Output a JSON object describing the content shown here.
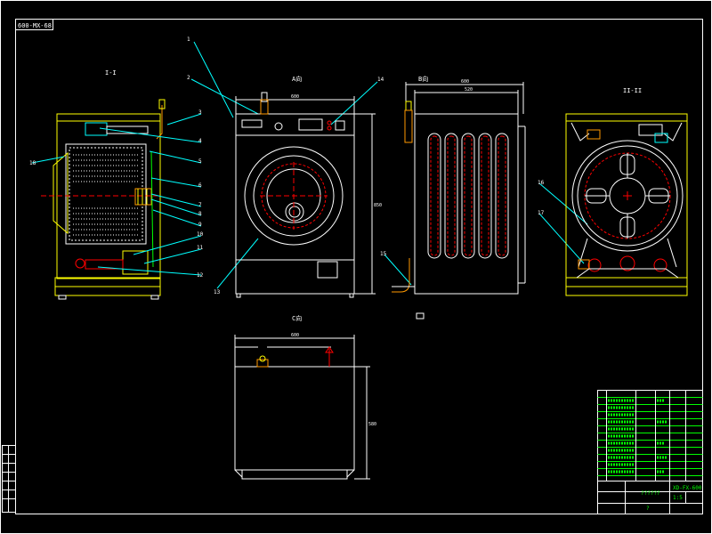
{
  "drawing": {
    "title_tag": "600-MX-68",
    "view_labels": {
      "side_section": "I-I",
      "front": "A向",
      "back": "B向",
      "side_right": "II-II",
      "top": "C向"
    },
    "callouts": [
      "1",
      "2",
      "3",
      "4",
      "5",
      "6",
      "7",
      "8",
      "9",
      "10",
      "11",
      "12",
      "13",
      "14",
      "15",
      "16",
      "17",
      "18"
    ],
    "dimensions": {
      "front_width": "600",
      "front_height": "850",
      "back_width_outer": "600",
      "back_width_inner": "520",
      "top_width": "600",
      "top_depth": "580"
    },
    "title_block": {
      "drawing_name": "??????",
      "drawing_no": "XD-FX-600",
      "scale_label": "1:5",
      "sheet_label": "?"
    }
  },
  "colors": {
    "background": "#000000",
    "frame": "#ffffff",
    "outline": "#ffffff",
    "yellow": "#ffff00",
    "green": "#00ff00",
    "red": "#ff0000",
    "cyan": "#00ffff",
    "orange": "#ff9900"
  }
}
